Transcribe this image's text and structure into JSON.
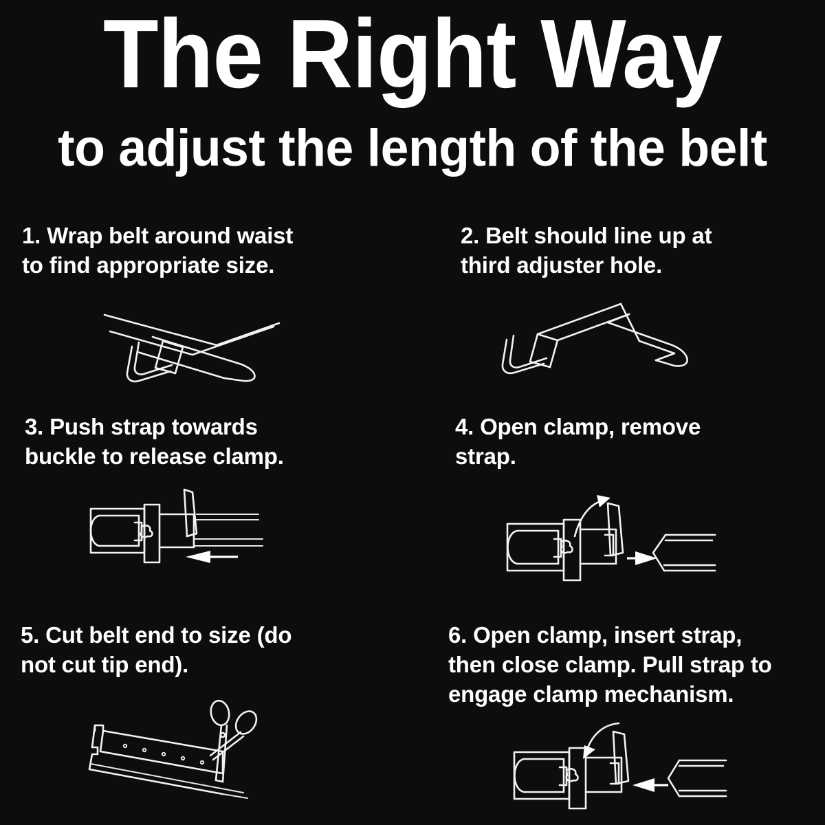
{
  "background_color": "#0d0d0d",
  "text_color": "#ffffff",
  "line_art_color": "#f2f2f2",
  "header": {
    "title": "The Right Way",
    "subtitle": "to adjust the length of the belt"
  },
  "steps": [
    {
      "number": "1.",
      "text": "1. Wrap belt around waist\nto find appropriate size.",
      "figure": "belt-wrapped-crossed-strap-diagram"
    },
    {
      "number": "2.",
      "text": "2. Belt should line up at\nthird adjuster hole.",
      "figure": "belt-aligned-third-hole-diagram"
    },
    {
      "number": "3.",
      "text": "3. Push strap towards\nbuckle to release clamp.",
      "figure": "push-strap-toward-buckle-diagram"
    },
    {
      "number": "4.",
      "text": "4. Open clamp, remove\nstrap.",
      "figure": "open-clamp-remove-strap-diagram"
    },
    {
      "number": "5.",
      "text": "5. Cut belt end to size (do\nnot cut tip end).",
      "figure": "cut-belt-with-scissors-diagram"
    },
    {
      "number": "6.",
      "text": "6. Open clamp, insert strap,\nthen close clamp. Pull strap to\nengage clamp mechanism.",
      "figure": "insert-strap-close-clamp-diagram"
    }
  ]
}
